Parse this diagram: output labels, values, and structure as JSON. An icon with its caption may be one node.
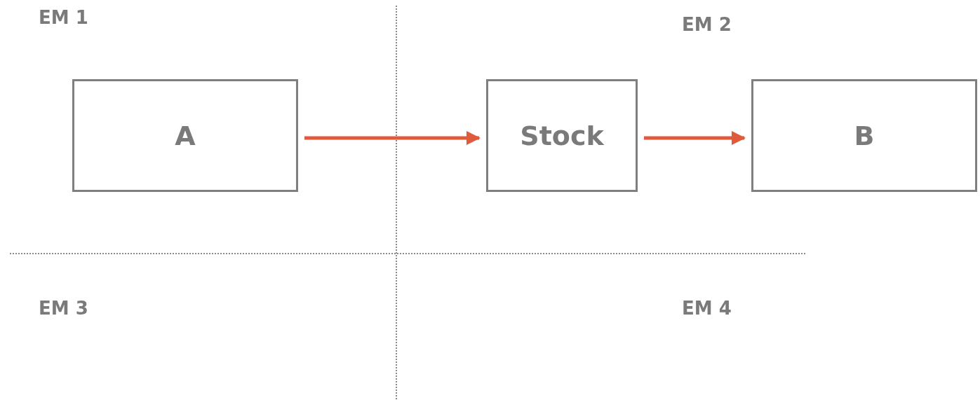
{
  "diagram": {
    "nodes": [
      {
        "text": [
          "A"
        ]
      },
      {
        "text": [
          "Stock"
        ]
      },
      {
        "text": [
          "B"
        ]
      }
    ],
    "edges": [
      {
        "from": 0,
        "to": 1,
        "arrow": "to"
      },
      {
        "from": 1,
        "to": 2,
        "arrow": "to"
      }
    ],
    "labels": [
      "EM 1",
      "EM 2",
      "EM 3",
      "EM 4"
    ]
  }
}
